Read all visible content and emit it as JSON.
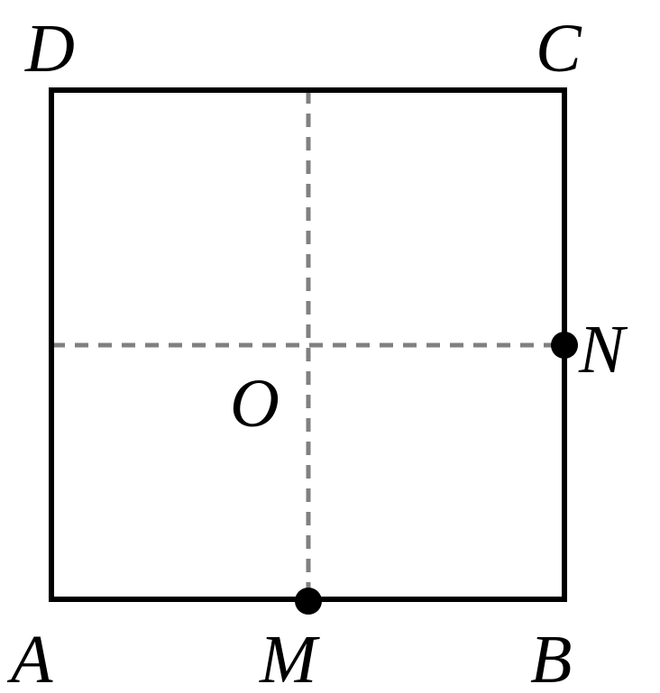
{
  "diagram": {
    "labels": {
      "A": "A",
      "B": "B",
      "C": "C",
      "D": "D",
      "M": "M",
      "N": "N",
      "O": "O"
    },
    "colors": {
      "square": "#000000",
      "dashed_lines": "#808080",
      "points": "#000000"
    }
  }
}
